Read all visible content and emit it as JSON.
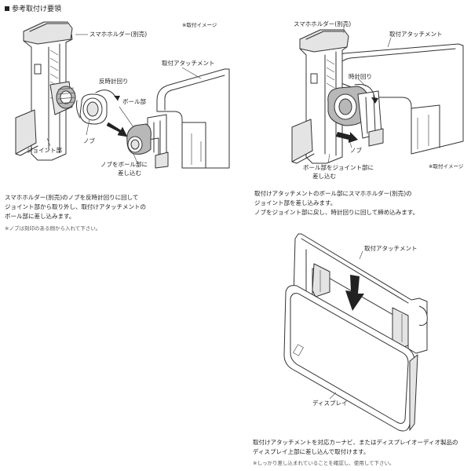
{
  "header": {
    "title": "参考取付け要領"
  },
  "fig1": {
    "image_note": "※取付イメージ",
    "labels": {
      "holder": "スマホホルダー(別売)",
      "attachment": "取付アタッチメント",
      "ccw": "反時計回り",
      "ball": "ボール部",
      "joint": "ジョイント部",
      "knob": "ノブ",
      "insert_line1": "ノブをボール部に",
      "insert_line2": "差し込む"
    }
  },
  "fig2": {
    "image_note": "※取付イメージ",
    "labels": {
      "holder": "スマホホルダー(別売)",
      "attachment": "取付アタッチメント",
      "cw": "時計回り",
      "knob": "ノブ",
      "ball_line1": "ボール部をジョイント部に",
      "ball_line2": "差し込む"
    }
  },
  "fig3": {
    "labels": {
      "attachment": "取付アタッチメント",
      "display": "ディスプレイ"
    }
  },
  "text1": {
    "lines": [
      "スマホホルダー(別売)のノブを反時計回りに回して",
      "ジョイント部から取り外し、取付けアタッチメントの",
      "ボール部に差し込みます。"
    ],
    "note": "※ノブは刻印のある側から入れて下さい。"
  },
  "text2": {
    "lines": [
      "取付けアタッチメントのボール部にスマホホルダー(別売)の",
      "ジョイント部を差し込みます。",
      "ノブをジョイント部に戻し、時計回りに回して締め込みます。"
    ]
  },
  "text3": {
    "lines": [
      "取付けアタッチメントを対応カーナビ、またはディスプレイオーディオ製品の",
      "ディスプレイ上部に差し込んで取付けます。"
    ],
    "note": "※しっかり差し込まれていることを確認し、使用して下さい。"
  }
}
